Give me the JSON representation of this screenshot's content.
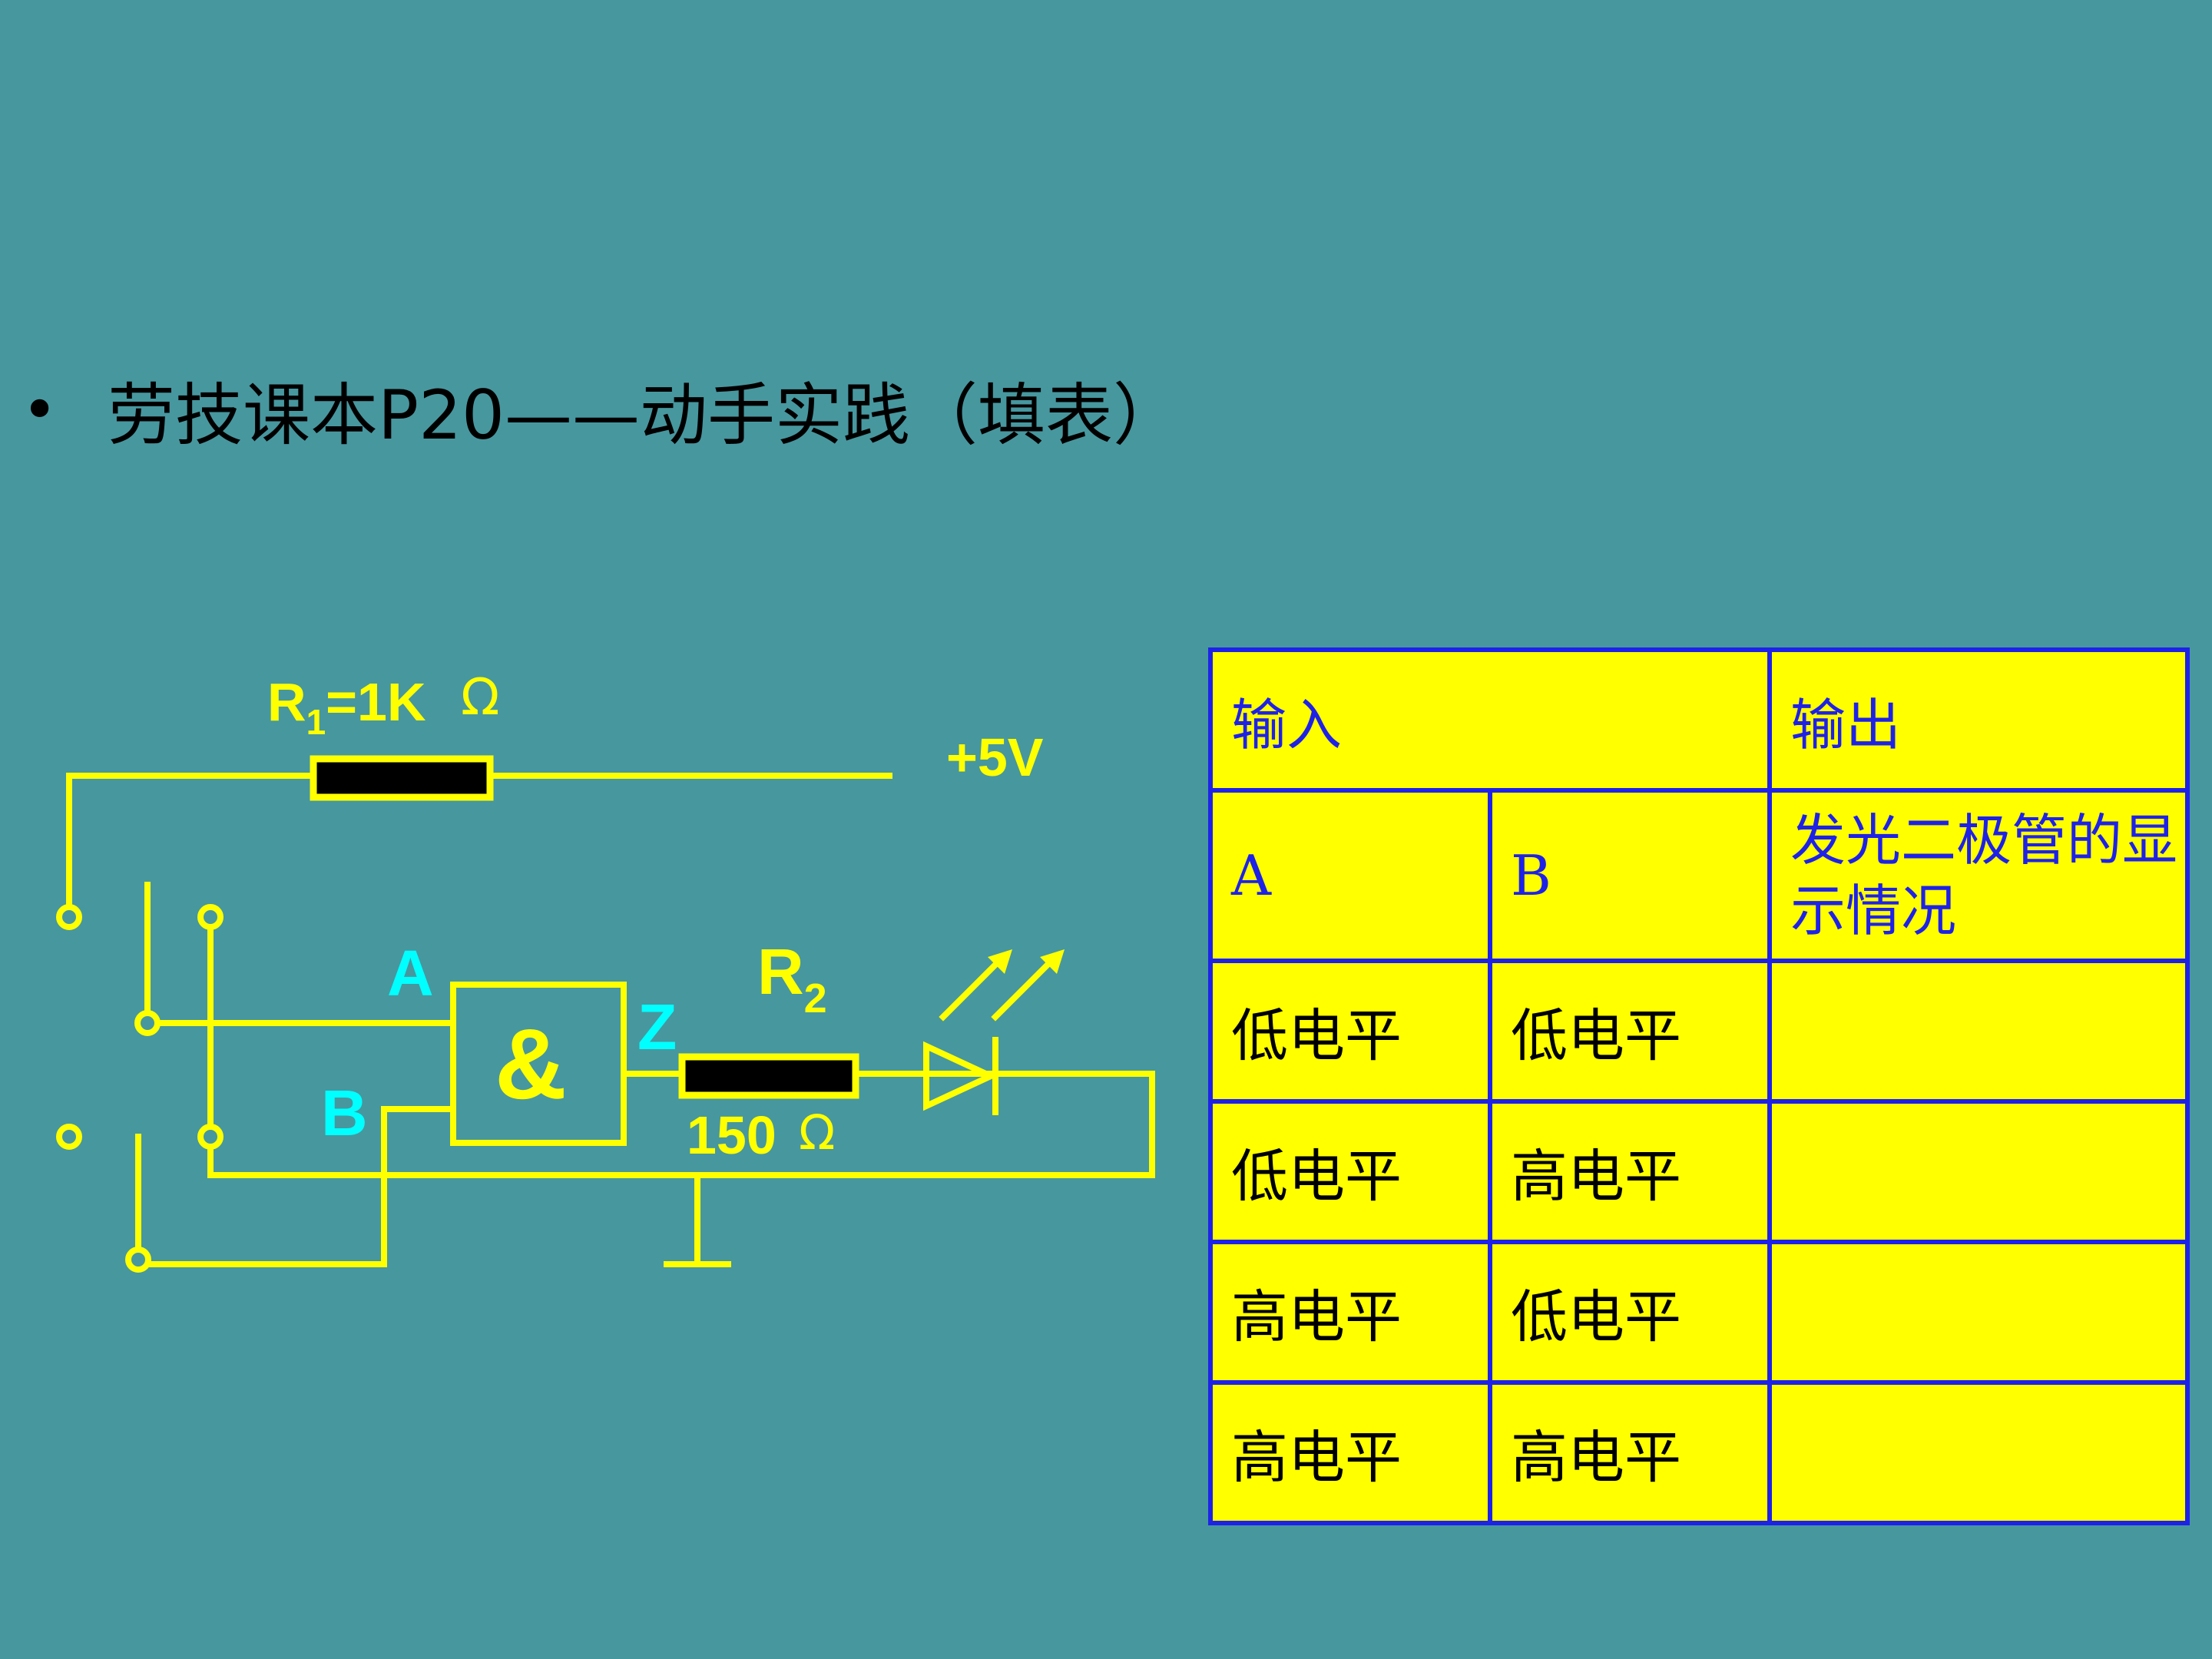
{
  "slide": {
    "bullet": "•",
    "title": "劳技课本P20——动手实践（填表）"
  },
  "circuit": {
    "r1_label": "R",
    "r1_sub": "1",
    "r1_value": "=1K",
    "ohm": "Ω",
    "supply": "+5V",
    "input_a": "A",
    "input_b": "B",
    "output_z": "Z",
    "gate_symbol": "&",
    "r2_label": "R",
    "r2_sub": "2",
    "r2_value": "150",
    "colors": {
      "wire": "#FFFF00",
      "io_label": "#00FFFF",
      "resistor_body": "#000000"
    }
  },
  "table": {
    "header_input": "输入",
    "header_output": "输出",
    "col_a": "A",
    "col_b": "B",
    "col_led": "发光二极管的显示情况",
    "rows": [
      {
        "a": "低电平",
        "b": "低电平",
        "led": ""
      },
      {
        "a": "低电平",
        "b": "高电平",
        "led": ""
      },
      {
        "a": "高电平",
        "b": "低电平",
        "led": ""
      },
      {
        "a": "高电平",
        "b": "高电平",
        "led": ""
      }
    ]
  }
}
